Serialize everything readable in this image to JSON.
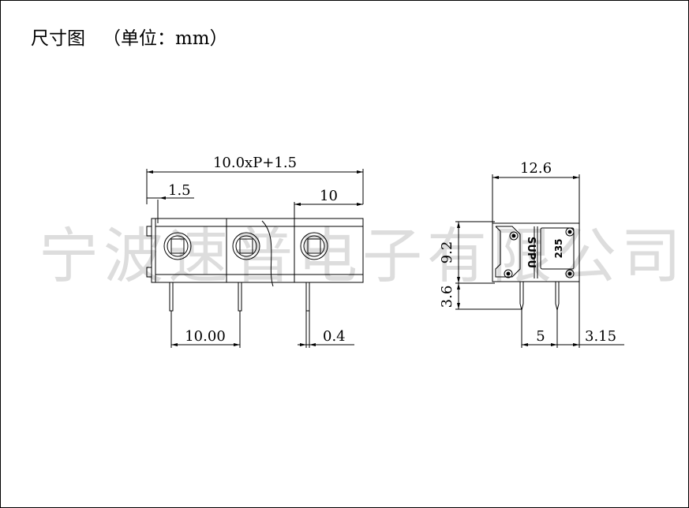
{
  "title": {
    "main": "尺寸图",
    "units": "（单位：mm）"
  },
  "watermark": "宁波速普电子有限公司",
  "front_view": {
    "overall_width": "10.0xP+1.5",
    "edge_offset": "1.5",
    "pitch": "10",
    "pin_spacing": "10.00",
    "pin_thickness": "0.4"
  },
  "side_view": {
    "depth": "12.6",
    "height": "9.2",
    "pin_length": "3.6",
    "pin_spacing": "5",
    "rear_offset": "3.15",
    "brand_mark": "SUPU",
    "model_mark": "235"
  }
}
